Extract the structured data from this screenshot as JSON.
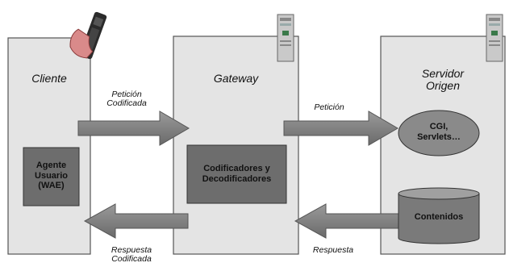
{
  "panels": {
    "cliente": {
      "title": "Cliente"
    },
    "gateway": {
      "title": "Gateway"
    },
    "servidor": {
      "title": "Servidor\nOrigen"
    }
  },
  "components": {
    "agente": "Agente\nUsuario\n(WAE)",
    "codificadores": "Codificadores y\nDecodificadores",
    "cgi": "CGI,\nServlets…",
    "contenidos": "Contenidos"
  },
  "arrows": {
    "peticion_codificada": "Petición\nCodificada",
    "peticion": "Petición",
    "respuesta_codificada": "Respuesta\nCodificada",
    "respuesta": "Respuesta"
  },
  "icons": [
    "mobile-phone-icon",
    "server-tower-icon",
    "server-tower-icon"
  ],
  "colors": {
    "panel_fill": "#e4e4e4",
    "panel_border": "#555555",
    "arrow_fill": "#7f7f7f",
    "box_fill": "#6d6d6d",
    "ellipse_fill": "#8a8a8a"
  }
}
